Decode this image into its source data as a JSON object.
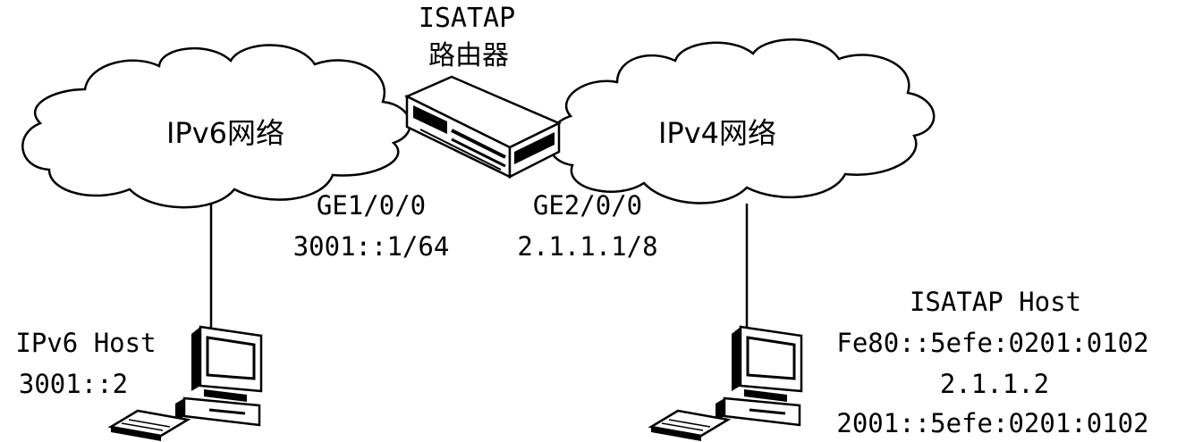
{
  "router": {
    "title": "ISATAP",
    "subtitle": "路由器",
    "if_left_name": "GE1/0/0",
    "if_left_addr": "3001::1/64",
    "if_right_name": "GE2/0/0",
    "if_right_addr": "2.1.1.1/8"
  },
  "clouds": {
    "ipv6": "IPv6网络",
    "ipv4": "IPv4网络"
  },
  "ipv6_host": {
    "name": "IPv6 Host",
    "addr": "3001::2"
  },
  "isatap_host": {
    "name": "ISATAP Host",
    "link_local": "Fe80::5efe:0201:0102",
    "ipv4": "2.1.1.2",
    "global": "2001::5efe:0201:0102"
  }
}
